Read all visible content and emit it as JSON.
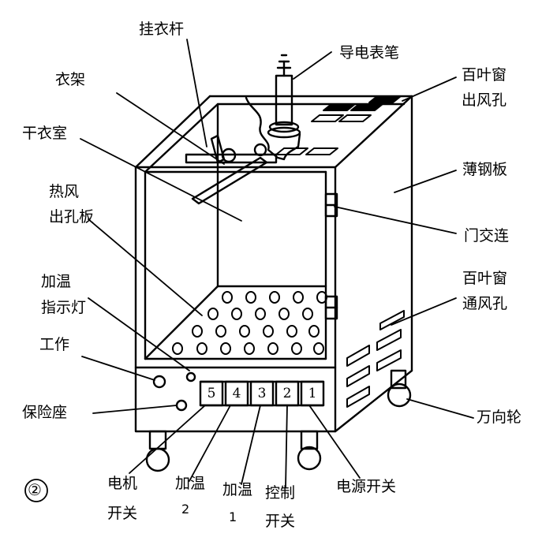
{
  "figure_number": "②",
  "labels": {
    "hanger_rod": "挂衣杆",
    "contact_pen": "导电表笔",
    "hanger": "衣架",
    "louver_outlet_1": "百叶窗",
    "louver_outlet_2": "出风孔",
    "drying_room": "干衣室",
    "thin_steel": "薄钢板",
    "hot_air_1": "热风",
    "hot_air_2": "出孔板",
    "door_hinge": "门交连",
    "heating_light_1": "加温",
    "heating_light_2": "指示灯",
    "louver_vent_1": "百叶窗",
    "louver_vent_2": "通风孔",
    "work": "工作",
    "fuse_holder": "保险座",
    "caster": "万向轮",
    "motor_switch_1": "电机",
    "motor_switch_2": "开关",
    "heat2_1": "加温",
    "heat2_2": "2",
    "heat1_1": "加温",
    "heat1_2": "1",
    "control_switch_1": "控制",
    "control_switch_2": "开关",
    "power_switch": "电源开关"
  },
  "switch_panel": [
    "5",
    "4",
    "3",
    "2",
    "1"
  ]
}
